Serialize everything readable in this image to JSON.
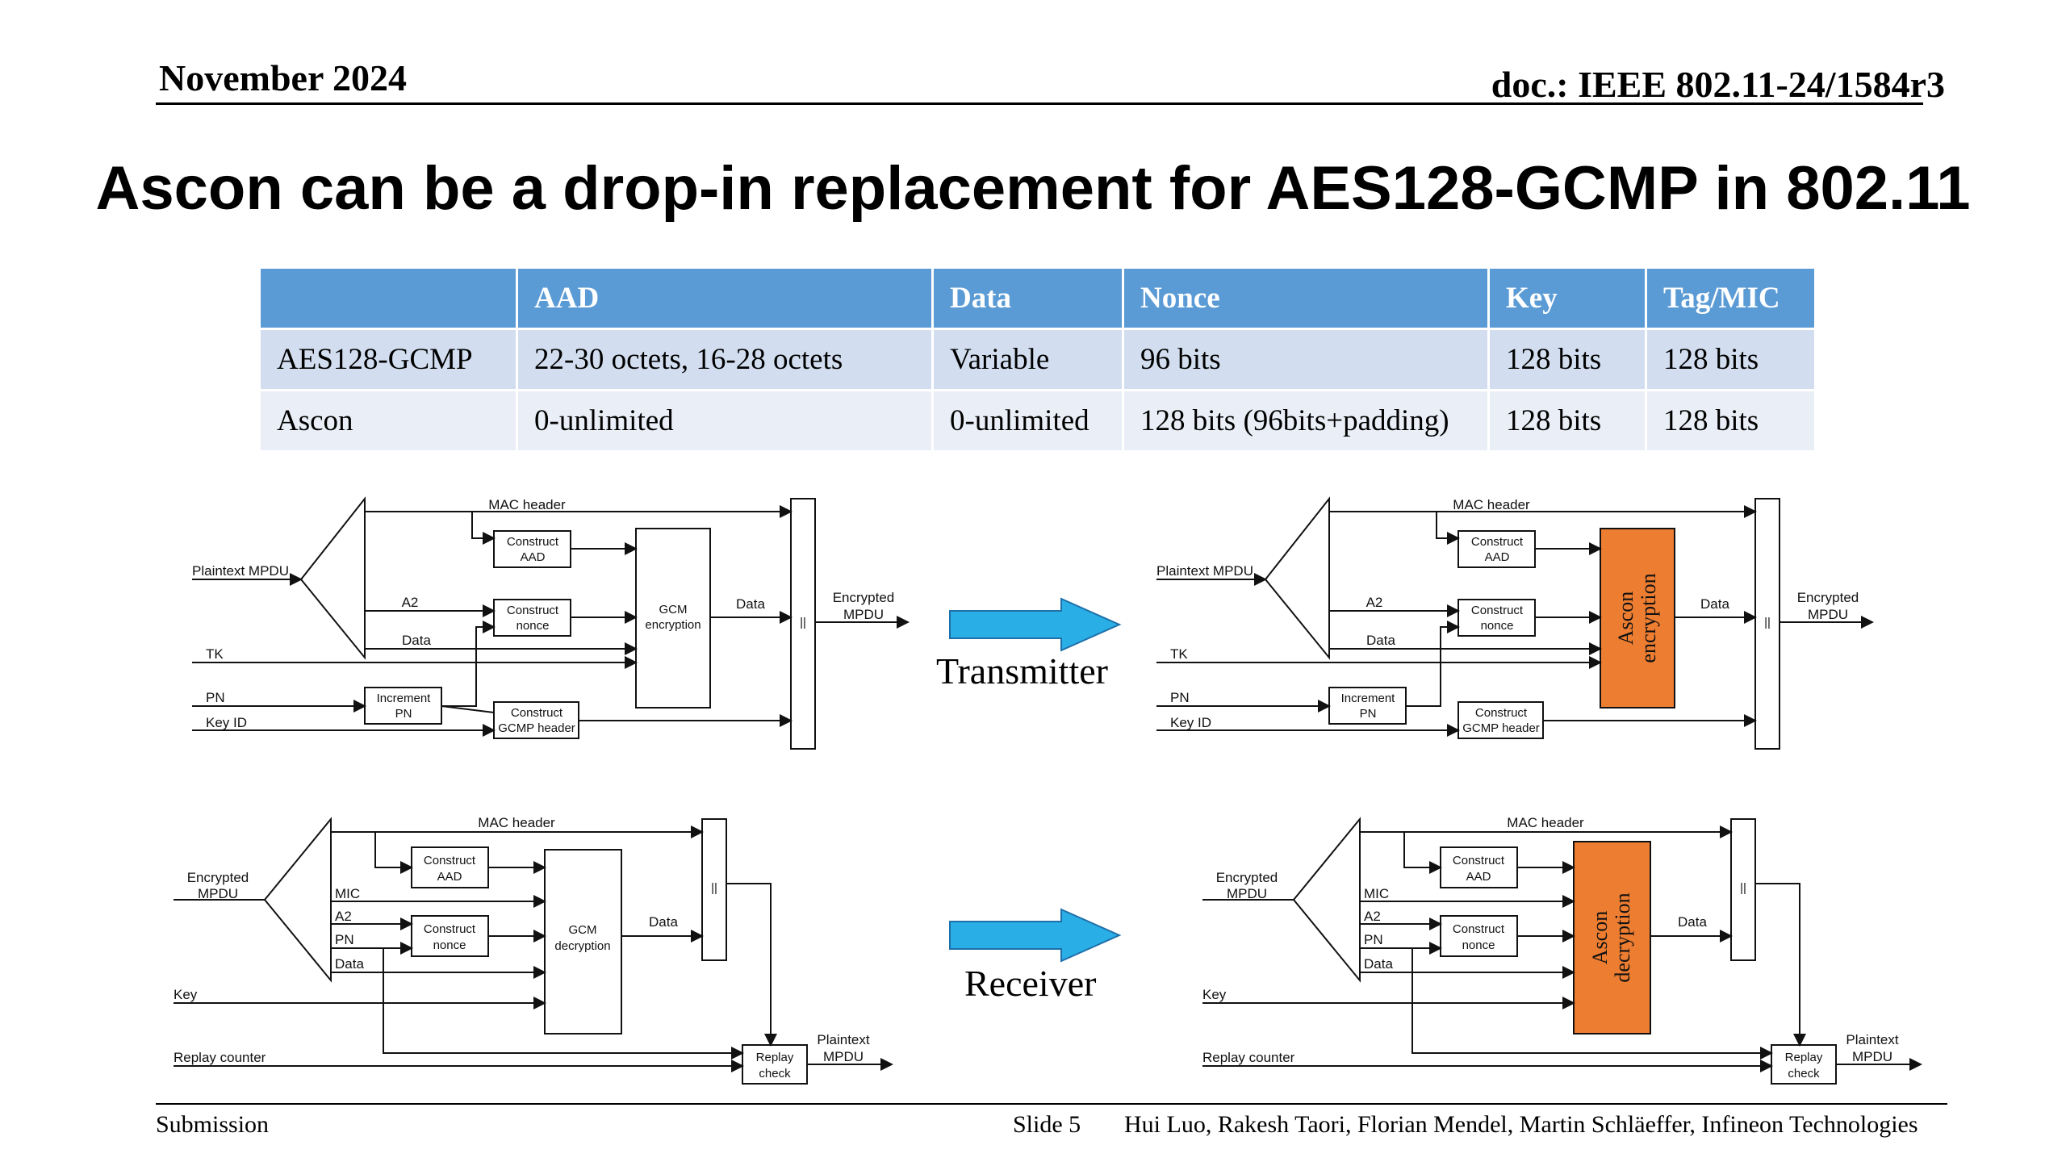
{
  "header": {
    "date": "November 2024",
    "doc": "doc.: IEEE 802.11-24/1584r3"
  },
  "title": "Ascon can be a drop-in replacement for AES128-GCMP in 802.11",
  "table": {
    "columns": [
      "",
      "AAD",
      "Data",
      "Nonce",
      "Key",
      "Tag/MIC"
    ],
    "rows": [
      [
        "AES128-GCMP",
        "22-30 octets, 16-28 octets",
        "Variable",
        "96 bits",
        "128 bits",
        "128 bits"
      ],
      [
        "Ascon",
        "0-unlimited",
        "0-unlimited",
        "128 bits (96bits+padding)",
        "128 bits",
        "128 bits"
      ]
    ]
  },
  "colors": {
    "table_header": "#5b9bd5",
    "table_row_1": "#d2deef",
    "table_row_2": "#eaeff7",
    "ascon_block": "#ed7d31",
    "arrow": "#29aee6"
  },
  "transmitter": {
    "plaintext_mpdu": "Plaintext MPDU",
    "mac_header": "MAC header",
    "construct_aad": [
      "Construct",
      "AAD"
    ],
    "a2": "A2",
    "construct_nonce": [
      "Construct",
      "nonce"
    ],
    "data_in": "Data",
    "tk": "TK",
    "pn": "PN",
    "increment_pn": [
      "Increment",
      "PN"
    ],
    "key_id": "Key ID",
    "construct_gcmp_header": [
      "Construct",
      "GCMP header"
    ],
    "gcm_encryption": [
      "GCM",
      "encryption"
    ],
    "ascon_encryption": [
      "Ascon",
      "encryption"
    ],
    "data_out": "Data",
    "concat": "||",
    "encrypted_mpdu": [
      "Encrypted",
      "MPDU"
    ]
  },
  "receiver": {
    "encrypted_mpdu": [
      "Encrypted",
      "MPDU"
    ],
    "mac_header": "MAC header",
    "construct_aad": [
      "Construct",
      "AAD"
    ],
    "mic": "MIC",
    "a2": "A2",
    "pn": "PN",
    "data_in": "Data",
    "construct_nonce": [
      "Construct",
      "nonce"
    ],
    "gcm_decryption": [
      "GCM",
      "decryption"
    ],
    "ascon_decryption": [
      "Ascon",
      "decryption"
    ],
    "data_out": "Data",
    "concat": "||",
    "key": "Key",
    "replay_counter": "Replay counter",
    "replay_check": [
      "Replay",
      "check"
    ],
    "plaintext_mpdu": [
      "Plaintext",
      "MPDU"
    ]
  },
  "labels": {
    "transmitter": "Transmitter",
    "receiver": "Receiver"
  },
  "footer": {
    "submission": "Submission",
    "slide": "Slide 5",
    "authors": "Hui Luo, Rakesh Taori, Florian Mendel, Martin Schläeffer, Infineon Technologies"
  }
}
